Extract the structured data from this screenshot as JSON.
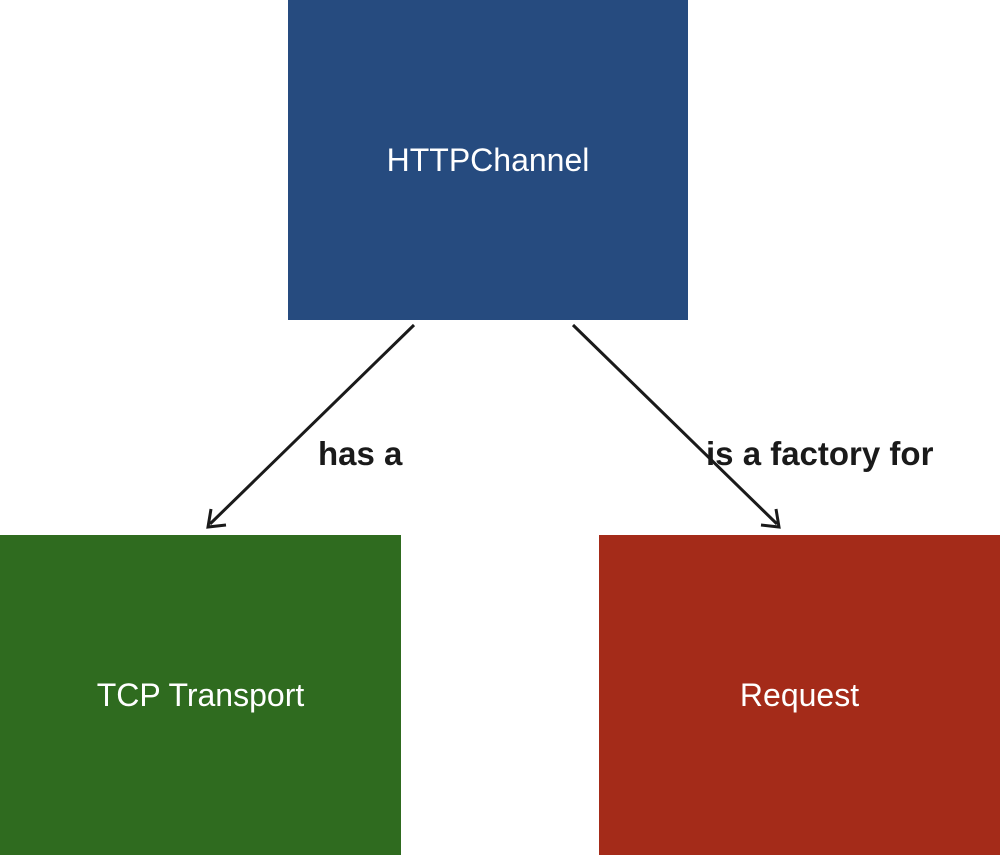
{
  "nodes": {
    "http_channel": {
      "label": "HTTPChannel",
      "color": "#264b7f"
    },
    "tcp_transport": {
      "label": "TCP Transport",
      "color": "#2f6b1f"
    },
    "request": {
      "label": "Request",
      "color": "#a42b19"
    }
  },
  "edges": {
    "has_a": {
      "label": "has a",
      "from": "HTTPChannel",
      "to": "TCP Transport"
    },
    "factory_for": {
      "label": "is a factory for",
      "from": "HTTPChannel",
      "to": "Request"
    }
  }
}
